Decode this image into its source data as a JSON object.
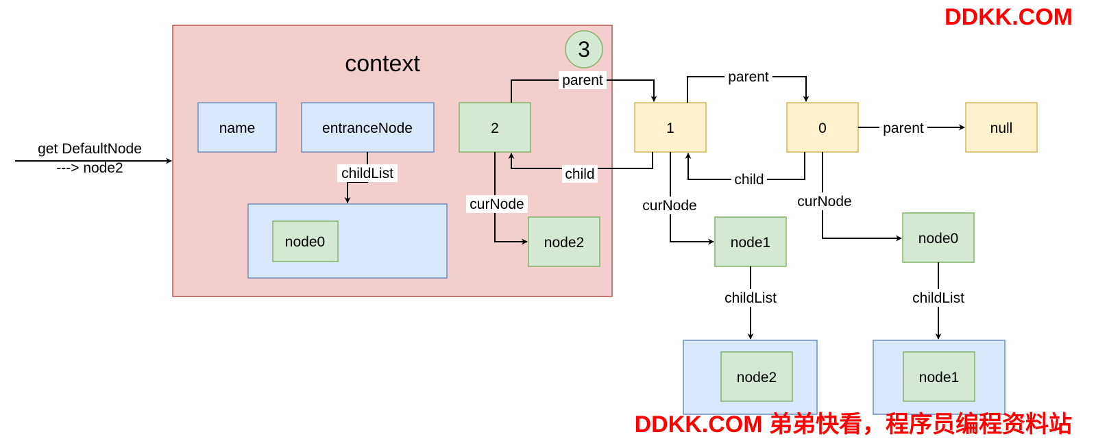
{
  "context": {
    "title": "context",
    "badge": "3"
  },
  "input_label": {
    "line1": "get DefaultNode",
    "line2": "---> node2"
  },
  "nodes": {
    "name": "name",
    "entrance_node": "entranceNode",
    "context_list_node0": "node0",
    "n2": "2",
    "ctx_node2": "node2",
    "n1": "1",
    "n0": "0",
    "null_node": "null",
    "node1": "node1",
    "node0": "node0",
    "list_node2": "node2",
    "list_node1": "node1"
  },
  "edge_labels": {
    "entrance_childlist": "childList",
    "parent_2_to_1": "parent",
    "child_1_to_2": "child",
    "curnode_2": "curNode",
    "parent_1_to_0": "parent",
    "child_0_to_1": "child",
    "parent_0_to_null": "parent",
    "curnode_1": "curNode",
    "curnode_0": "curNode",
    "childlist_node1": "childList",
    "childlist_node0": "childList"
  },
  "watermarks": {
    "top": "DDKK.COM",
    "bottom": "DDKK.COM 弟弟快看，程序员编程资料站"
  },
  "colors": {
    "context_fill": "#f2cecd",
    "context_stroke": "#b85450",
    "blue_fill": "#dae8fc",
    "blue_stroke": "#6c8ebf",
    "green_fill": "#d5e8d4",
    "green_stroke": "#82b366",
    "yellow_fill": "#fff2cc",
    "yellow_stroke": "#d6b656",
    "watermark": "#ff0000"
  }
}
